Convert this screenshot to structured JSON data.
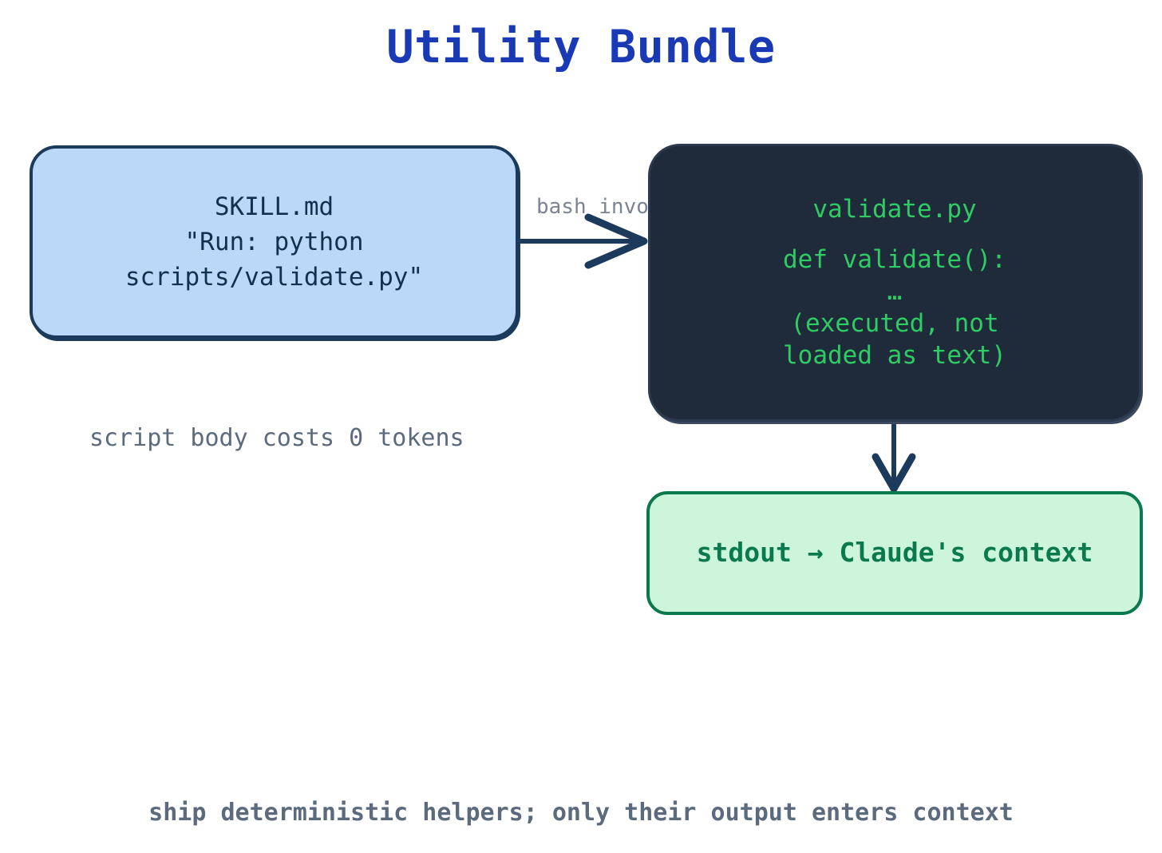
{
  "page": {
    "title": "Utility Bundle",
    "title_color": "#1a3ab5",
    "background": "#ffffff",
    "footer_caption": "ship deterministic helpers; only their output enters context"
  },
  "nodes": {
    "skill": {
      "name": "SKILL.md",
      "lines": [
        "SKILL.md",
        "\"Run: python",
        "scripts/validate.py\""
      ],
      "fill": "#bcd8f8",
      "stroke": "#1b3a5c",
      "text_color": "#11324e"
    },
    "script": {
      "name": "validate.py",
      "lines": [
        "validate.py",
        "",
        "def validate():",
        "…",
        "(executed, not",
        "loaded as text)"
      ],
      "fill": "#1f2a3a",
      "stroke": "#2c3a4d",
      "text_color": "#2ecc63"
    },
    "stdout": {
      "label": "stdout → Claude's context",
      "fill": "#cdf5dc",
      "stroke": "#0a7a4e",
      "text_color": "#0a7a4e"
    }
  },
  "edges": {
    "skill_to_script": {
      "label": "bash invoke",
      "label_color": "#7a8494",
      "stroke": "#1b3a5c"
    },
    "script_to_stdout": {
      "label": "",
      "stroke": "#1b3a5c"
    }
  },
  "annotations": {
    "script_cost": "script body costs 0 tokens",
    "annotation_color": "#5c6a7d"
  }
}
